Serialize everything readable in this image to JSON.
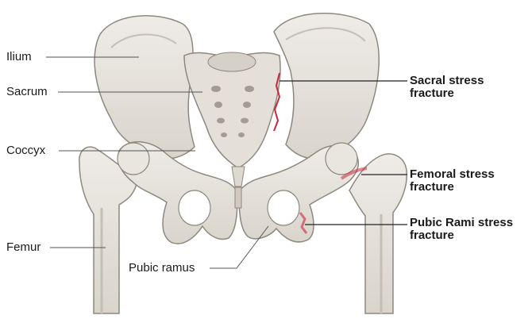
{
  "labels": {
    "ilium": "Ilium",
    "sacrum": "Sacrum",
    "coccyx": "Coccyx",
    "femur": "Femur",
    "pubic_ramus": "Pubic ramus",
    "sacral_stress_fracture": [
      "Sacral stress",
      "fracture"
    ],
    "femoral_stress_fracture": [
      "Femoral stress",
      "fracture"
    ],
    "pubic_rami_stress_fracture": [
      "Pubic Rami stress",
      "fracture"
    ]
  },
  "colors": {
    "bone": "#e6e3dd",
    "bone_shadow": "#c4bfb6",
    "bone_outline": "#8e887e",
    "fracture": "#c8283c",
    "leader_line": "#555555"
  }
}
